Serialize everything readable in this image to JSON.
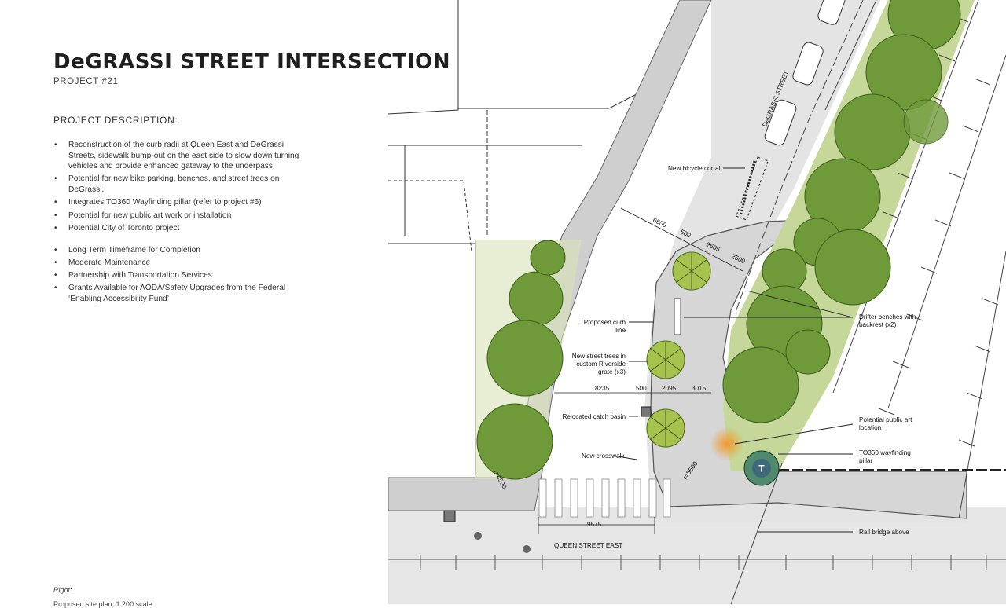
{
  "header": {
    "title": "DeGRASSI STREET INTERSECTION",
    "subtitle": "PROJECT #21"
  },
  "description": {
    "heading": "PROJECT DESCRIPTION:",
    "items": [
      "Reconstruction of the curb radii at Queen East and DeGrassi Streets, sidewalk bump-out on the east side to slow down turning vehicles and provide enhanced gateway to the underpass.",
      "Potential for new bike parking, benches, and street trees on DeGrassi.",
      "Integrates TO360 Wayfinding pillar (refer to project #6)",
      "Potential for new public art work or installation",
      "Potential City of Toronto project",
      "Long Term Timeframe for Completion",
      "Moderate Maintenance",
      "Partnership with Transportation Services",
      "Grants Available for AODA/Safety Upgrades from the Federal ‘Enabling Accessibility Fund’"
    ]
  },
  "caption": {
    "label": "Right:",
    "text": "Proposed site plan, 1:200 scale"
  },
  "plan": {
    "street_degrassi": "DeGRASSI STREET",
    "street_queen": "QUEEN STREET EAST",
    "labels": {
      "bicycle_corral": "New bicycle corral",
      "proposed_curb_1": "Proposed curb",
      "proposed_curb_2": "line",
      "trees_1": "New street trees in",
      "trees_2": "custom Riverside",
      "trees_3": "grate (x3)",
      "catch_basin": "Relocated catch basin",
      "crosswalk": "New crosswalk",
      "benches_1": "Drifter benches with",
      "benches_2": "backrest (x2)",
      "art_1": "Potential public art",
      "art_2": "location",
      "pillar_1": "TO360 wayfinding",
      "pillar_2": "pillar",
      "rail_bridge": "Rail bridge above",
      "pillar_letter": "T"
    },
    "dimensions": {
      "d6600": "6600",
      "d500a": "500",
      "d2605": "2605",
      "d2500": "2500",
      "d8235": "8235",
      "d500b": "500",
      "d2095": "2095",
      "d3015": "3015",
      "d9575": "9575",
      "r4500": "r=4500",
      "r5500": "r=5500"
    },
    "colors": {
      "road": "#e6e6e6",
      "sidewalk": "#d0d0d0",
      "green_strip": "#c5d89a",
      "tree_dark": "#6f9a3a",
      "tree_light": "#a6c34e",
      "art_glow": "#f29a2e",
      "pillar": "#3f6878"
    }
  }
}
